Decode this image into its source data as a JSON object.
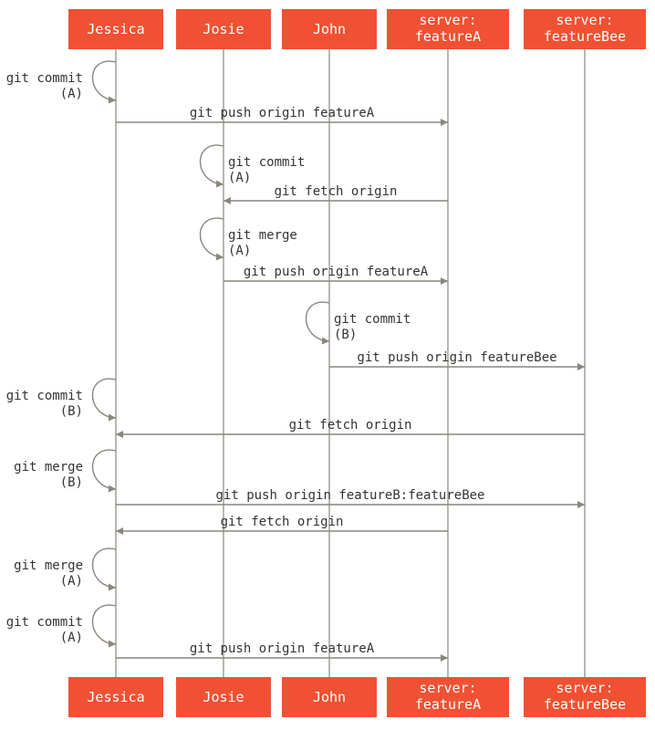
{
  "actors": [
    {
      "id": "jessica",
      "lines": [
        "Jessica"
      ]
    },
    {
      "id": "josie",
      "lines": [
        "Josie"
      ]
    },
    {
      "id": "john",
      "lines": [
        "John"
      ]
    },
    {
      "id": "featureA",
      "lines": [
        "server:",
        "featureA"
      ]
    },
    {
      "id": "featureBee",
      "lines": [
        "server:",
        "featureBee"
      ]
    }
  ],
  "steps": [
    {
      "kind": "self",
      "actor": "jessica",
      "lines": [
        "git commit",
        "(A)"
      ]
    },
    {
      "kind": "msg",
      "from": "jessica",
      "to": "featureA",
      "label": "git push origin featureA"
    },
    {
      "kind": "self",
      "actor": "josie",
      "lines": [
        "git commit",
        "(A)"
      ]
    },
    {
      "kind": "msg",
      "from": "featureA",
      "to": "josie",
      "label": "git fetch origin"
    },
    {
      "kind": "self",
      "actor": "josie",
      "lines": [
        "git merge",
        "(A)"
      ]
    },
    {
      "kind": "msg",
      "from": "josie",
      "to": "featureA",
      "label": "git push origin featureA"
    },
    {
      "kind": "self",
      "actor": "john",
      "lines": [
        "git commit",
        "(B)"
      ]
    },
    {
      "kind": "msg",
      "from": "john",
      "to": "featureBee",
      "label": "git push origin featureBee"
    },
    {
      "kind": "self",
      "actor": "jessica",
      "lines": [
        "git commit",
        "(B)"
      ]
    },
    {
      "kind": "msg",
      "from": "featureBee",
      "to": "jessica",
      "label": "git fetch origin"
    },
    {
      "kind": "self",
      "actor": "jessica",
      "lines": [
        "git merge",
        "(B)"
      ]
    },
    {
      "kind": "msg",
      "from": "jessica",
      "to": "featureBee",
      "label": "git push origin featureB:featureBee"
    },
    {
      "kind": "msg",
      "from": "featureA",
      "to": "jessica",
      "label": "git fetch origin"
    },
    {
      "kind": "self",
      "actor": "jessica",
      "lines": [
        "git merge",
        "(A)"
      ]
    },
    {
      "kind": "self",
      "actor": "jessica",
      "lines": [
        "git commit",
        "(A)"
      ]
    },
    {
      "kind": "msg",
      "from": "jessica",
      "to": "featureA",
      "label": "git push origin featureA"
    }
  ]
}
